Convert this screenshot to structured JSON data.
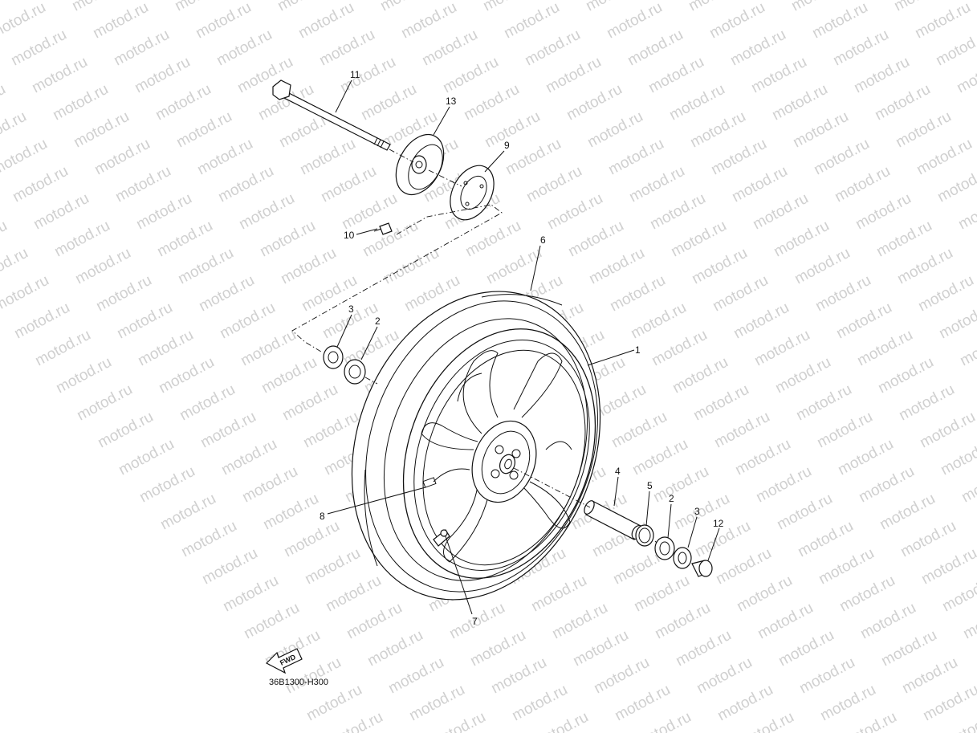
{
  "watermark": {
    "text": "motod.ru",
    "color": "#d0d0d0"
  },
  "diagram": {
    "code": "36B1300-H300",
    "fwd_label": "FWD"
  },
  "callouts": [
    {
      "id": "c1",
      "label": "1"
    },
    {
      "id": "c2a",
      "label": "2"
    },
    {
      "id": "c2b",
      "label": "2"
    },
    {
      "id": "c3a",
      "label": "3"
    },
    {
      "id": "c3b",
      "label": "3"
    },
    {
      "id": "c4",
      "label": "4"
    },
    {
      "id": "c5",
      "label": "5"
    },
    {
      "id": "c6",
      "label": "6"
    },
    {
      "id": "c7",
      "label": "7"
    },
    {
      "id": "c8",
      "label": "8"
    },
    {
      "id": "c9",
      "label": "9"
    },
    {
      "id": "c10",
      "label": "10"
    },
    {
      "id": "c11",
      "label": "11"
    },
    {
      "id": "c12",
      "label": "12"
    },
    {
      "id": "c13",
      "label": "13"
    }
  ]
}
